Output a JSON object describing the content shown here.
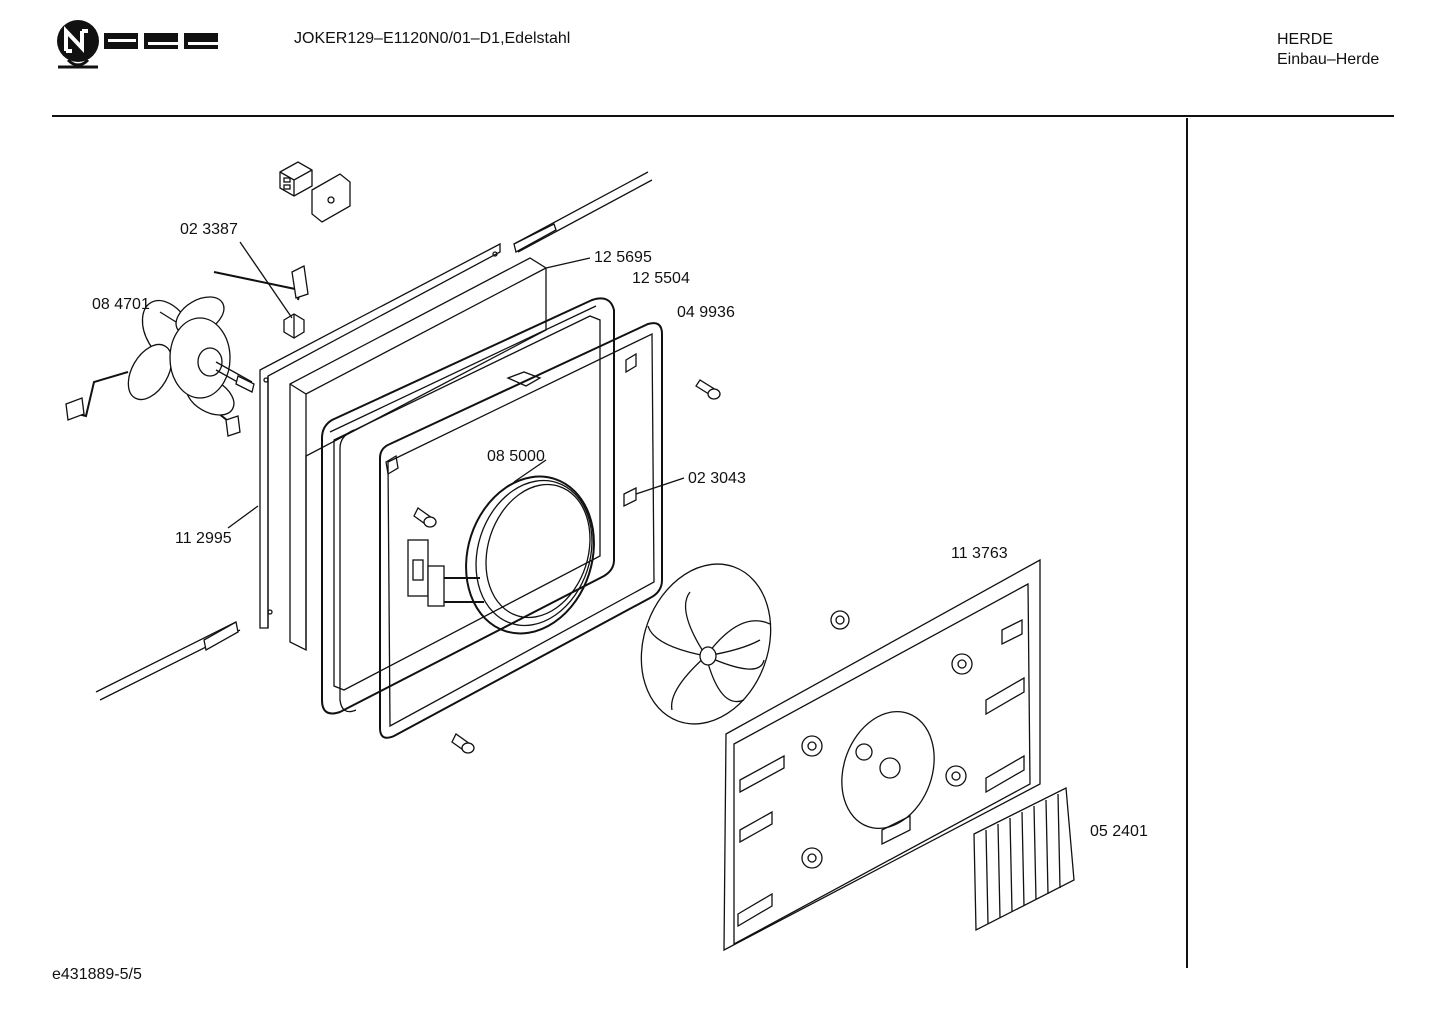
{
  "header": {
    "brand_logo": "NEFF",
    "document_title": "JOKER129–E1120N0/01–D1,Edelstahl",
    "category_line1": "HERDE",
    "category_line2": "Einbau–Herde"
  },
  "footer": {
    "page_code": "e431889-5/5"
  },
  "parts": {
    "p023387": "02 3387",
    "p084701": "08 4701",
    "p125695": "12 5695",
    "p125504": "12 5504",
    "p049936": "04 9936",
    "p085000": "08 5000",
    "p023043": "02 3043",
    "p112995": "11 2995",
    "p113763": "11 3763",
    "p052401": "05 2401"
  }
}
